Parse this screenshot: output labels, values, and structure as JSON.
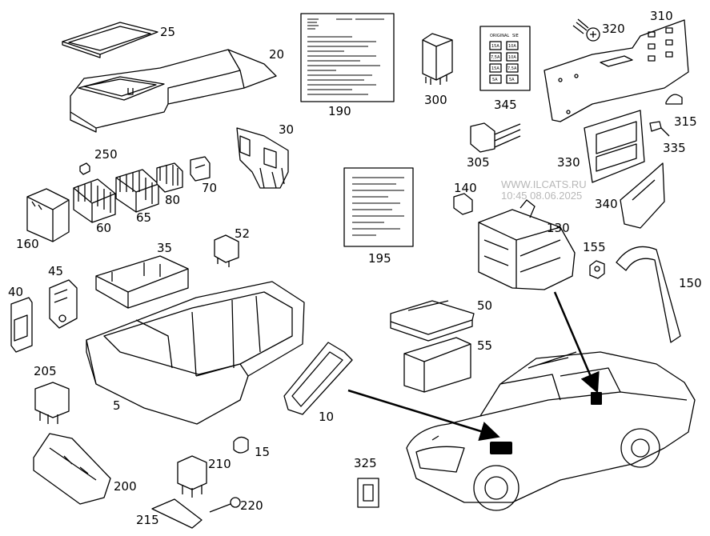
{
  "watermark": {
    "site": "WWW.ILCATS.RU",
    "timestamp": "10:45 08.06.2025"
  },
  "part_numbers": {
    "p25": "25",
    "p20": "20",
    "p190": "190",
    "p300": "300",
    "p345": "345",
    "p320": "320",
    "p310": "310",
    "p30": "30",
    "p315": "315",
    "p250": "250",
    "p305": "305",
    "p330": "330",
    "p335": "335",
    "p80": "80",
    "p70": "70",
    "p65": "65",
    "p60": "60",
    "p160": "160",
    "p140": "140",
    "p340": "340",
    "p52": "52",
    "p130": "130",
    "p195": "195",
    "p35": "35",
    "p155": "155",
    "p150": "150",
    "p45": "45",
    "p40": "40",
    "p50": "50",
    "p55": "55",
    "p205": "205",
    "p5": "5",
    "p10": "10",
    "p15": "15",
    "p210": "210",
    "p325": "325",
    "p200": "200",
    "p220": "220",
    "p215": "215"
  },
  "relay_chart_345": {
    "header": [
      "ORIGINAL",
      "SIE"
    ],
    "cells": [
      "15A",
      "10A",
      "7,5A",
      "10A",
      "15A",
      "7,5A",
      "5A",
      "5A"
    ]
  },
  "colors": {
    "line": "#000000",
    "background": "#ffffff",
    "watermark": "#b8b8b8"
  }
}
